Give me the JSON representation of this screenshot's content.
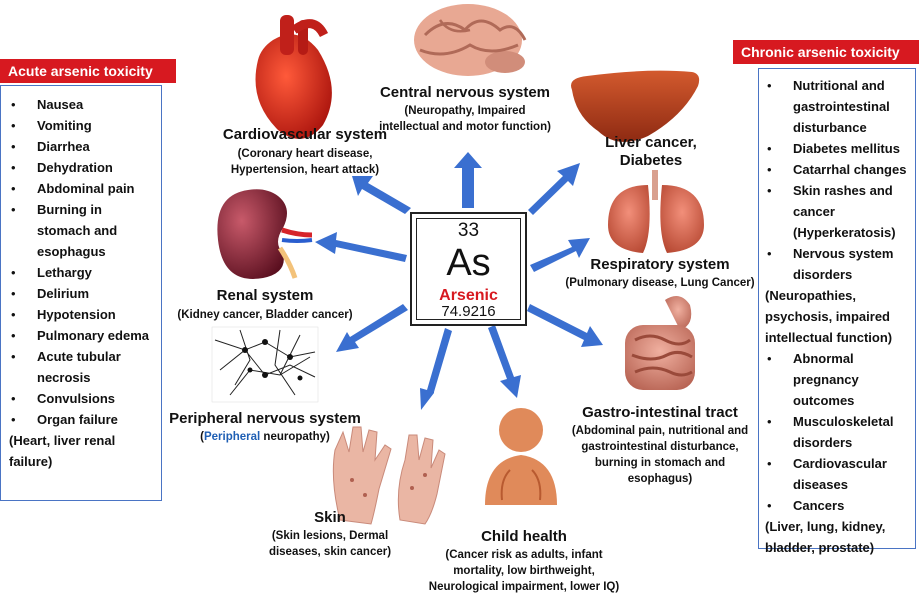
{
  "acute": {
    "title": "Acute arsenic toxicity",
    "items": [
      "Nausea",
      "Vomiting",
      "Diarrhea",
      "Dehydration",
      "Abdominal pain",
      "Burning in stomach and esophagus",
      "Lethargy",
      "Delirium",
      "Hypotension",
      "Pulmonary edema",
      "Acute tubular necrosis",
      "Convulsions",
      "Organ failure"
    ],
    "tail": "(Heart, liver renal failure)"
  },
  "chronic": {
    "title": "Chronic arsenic toxicity",
    "items": [
      "Nutritional and gastrointestinal disturbance",
      "Diabetes mellitus",
      "Catarrhal changes",
      "Skin rashes and cancer (Hyperkeratosis)",
      "Nervous system disorders"
    ],
    "mid": "(Neuropathies, psychosis, impaired intellectual function)",
    "items2": [
      "Abnormal pregnancy outcomes",
      "Musculoskeletal disorders",
      "Cardiovascular diseases",
      "Cancers"
    ],
    "tail": "(Liver, lung, kidney, bladder, prostate)"
  },
  "element": {
    "number": "33",
    "symbol": "As",
    "name": "Arsenic",
    "weight": "74.9216"
  },
  "systems": {
    "cns": {
      "title": "Central nervous system",
      "desc": "(Neuropathy, Impaired intellectual and motor function)"
    },
    "cardio": {
      "title": "Cardiovascular system",
      "desc": "(Coronary heart disease, Hypertension, heart attack)"
    },
    "liver": {
      "title": "Liver cancer, Diabetes"
    },
    "resp": {
      "title": "Respiratory system",
      "desc": "(Pulmonary disease, Lung Cancer)"
    },
    "renal": {
      "title": "Renal system",
      "desc": "(Kidney cancer, Bladder cancer)"
    },
    "pns": {
      "title": "Peripheral nervous system",
      "desc_open": "(",
      "desc_highlight": "Peripheral",
      "desc_rest": " neuropathy)"
    },
    "gi": {
      "title": "Gastro-intestinal tract",
      "desc": "(Abdominal pain, nutritional and gastrointestinal disturbance, burning in stomach and esophagus)"
    },
    "skin": {
      "title": "Skin",
      "desc": "(Skin lesions, Dermal diseases, skin cancer)"
    },
    "child": {
      "title": "Child health",
      "desc": "(Cancer risk as adults, infant mortality, low birthweight, Neurological impairment, lower IQ)"
    }
  },
  "colors": {
    "accent_red": "#d71920",
    "arrow_blue": "#3a6fd0",
    "panel_border": "#4a74c4",
    "highlight_blue": "#1f5fb4"
  }
}
